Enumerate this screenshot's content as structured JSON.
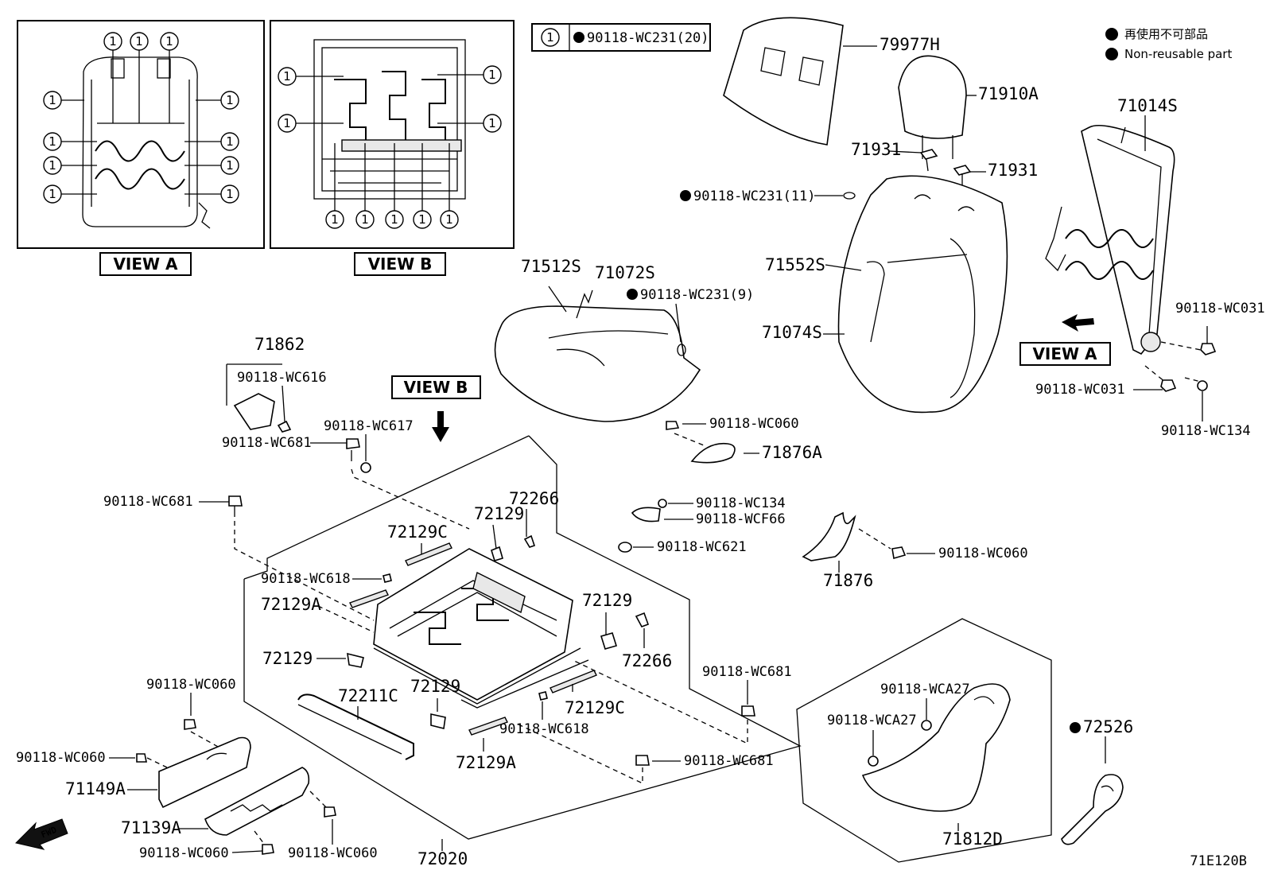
{
  "callout": "1",
  "legend": {
    "callout_part": "90118-WC231(20)",
    "jp": "再使用不可部品",
    "en": "Non-reusable part"
  },
  "views": {
    "a": "VIEW A",
    "b": "VIEW B"
  },
  "parts": {
    "p79977H": "79977H",
    "p71910A": "71910A",
    "p71931a": "71931",
    "p71931b": "71931",
    "p71014S": "71014S",
    "pWC231_11": "90118-WC231(11)",
    "p71552S": "71552S",
    "p71074S": "71074S",
    "p71512S": "71512S",
    "p71072S": "71072S",
    "pWC231_9": "90118-WC231(9)",
    "pWC031a": "90118-WC031",
    "pWC031b": "90118-WC031",
    "pWC134a": "90118-WC134",
    "p71862": "71862",
    "pWC616": "90118-WC616",
    "pWC681a": "90118-WC681",
    "pWC617": "90118-WC617",
    "pWC060a": "90118-WC060",
    "p71876A": "71876A",
    "pWC681b": "90118-WC681",
    "p72266a": "72266",
    "p72129a": "72129",
    "p72129Ca": "72129C",
    "pWC134b": "90118-WC134",
    "pWCF66": "90118-WCF66",
    "pWC621": "90118-WC621",
    "pWC060b": "90118-WC060",
    "p71876": "71876",
    "pWC618a": "90118-WC618",
    "p72129Aa": "72129A",
    "p72129b": "72129",
    "p72266b": "72266",
    "p72129c": "72129",
    "pWC681c": "90118-WC681",
    "p72129d": "72129",
    "p72211C": "72211C",
    "p72129Cb": "72129C",
    "pWC618b": "90118-WC618",
    "p72129Ab": "72129A",
    "pWC060c": "90118-WC060",
    "pWC060d": "90118-WC060",
    "p71149A": "71149A",
    "p71139A": "71139A",
    "pWC060e": "90118-WC060",
    "pWC060f": "90118-WC060",
    "p72020": "72020",
    "pWC681d": "90118-WC681",
    "pWCA27a": "90118-WCA27",
    "pWCA27b": "90118-WCA27",
    "p72526": "72526",
    "p71812D": "71812D"
  },
  "fwd": "FWD",
  "figure_code": "71E120B"
}
